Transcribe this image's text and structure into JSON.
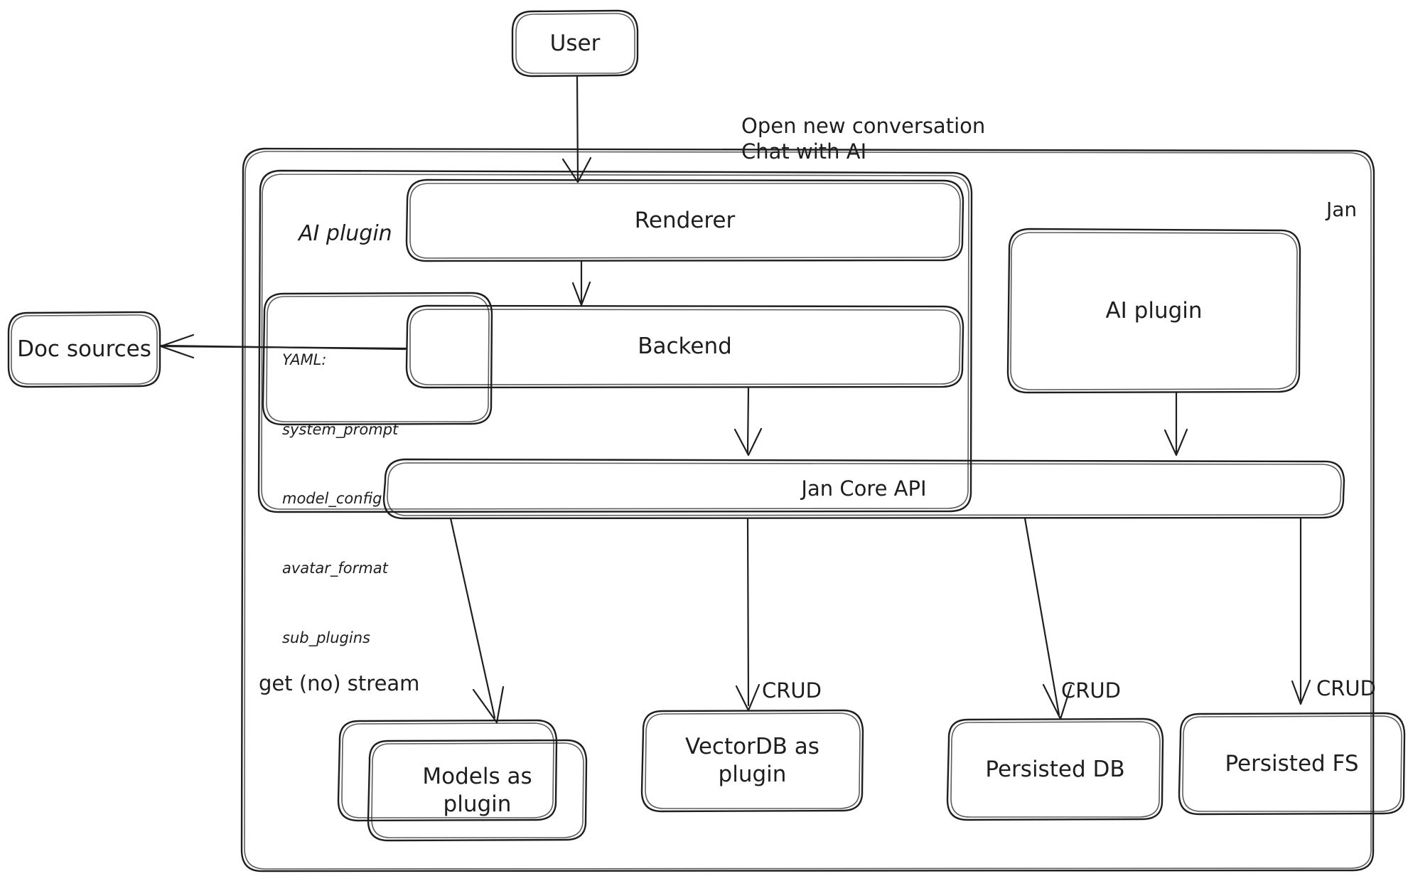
{
  "diagram": {
    "title_corner": "Jan",
    "nodes": {
      "user": "User",
      "renderer": "Renderer",
      "backend": "Backend",
      "ai_plugin_group": "AI plugin",
      "ai_plugin_box": "AI plugin",
      "doc_sources": "Doc sources",
      "jan_core_api": "Jan Core API",
      "models_plugin": "Models as\nplugin",
      "vectordb_plugin": "VectorDB as\nplugin",
      "persisted_db": "Persisted DB",
      "persisted_fs": "Persisted FS"
    },
    "yaml_card": {
      "header": "YAML:",
      "keys": [
        "system_prompt",
        "model_config",
        "avatar_format",
        "sub_plugins"
      ]
    },
    "edge_labels": {
      "user_to_renderer": "Open new conversation\nChat with AI",
      "models": "get (no) stream",
      "vectordb": "CRUD",
      "persisted_db": "CRUD",
      "persisted_fs": "CRUD"
    },
    "colors": {
      "stroke": "#1e1e1e",
      "background": "#ffffff"
    }
  }
}
